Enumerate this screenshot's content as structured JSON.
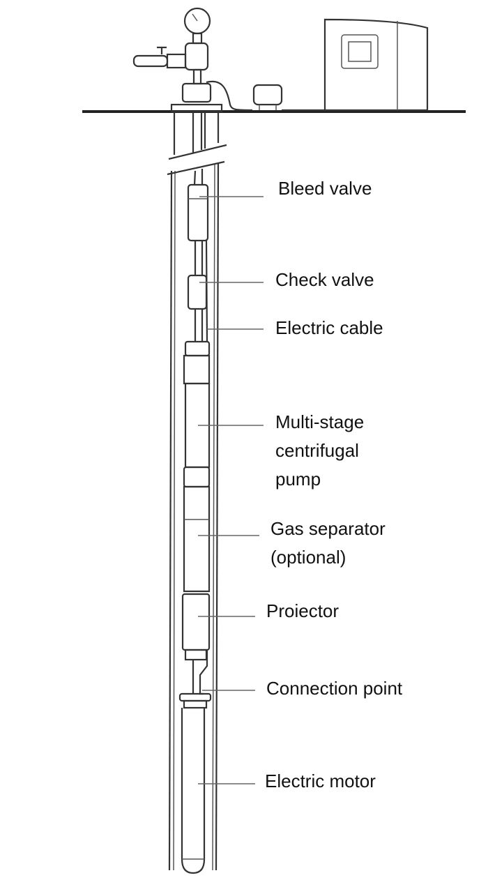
{
  "diagram": {
    "title_hidden": null,
    "labels": {
      "bleed_valve": "Bleed valve",
      "check_valve": "Check valve",
      "electric_cable": "Electric cable",
      "pump": [
        "Multi-stage",
        "centrifugal",
        "pump"
      ],
      "gas_separator": [
        "Gas separator",
        "(optional)"
      ],
      "protector": "Proiector",
      "connection_point": "Connection point",
      "electric_motor": "Electric motor"
    },
    "colors": {
      "line": "#333333",
      "text": "#111111",
      "background": "#ffffff"
    }
  }
}
